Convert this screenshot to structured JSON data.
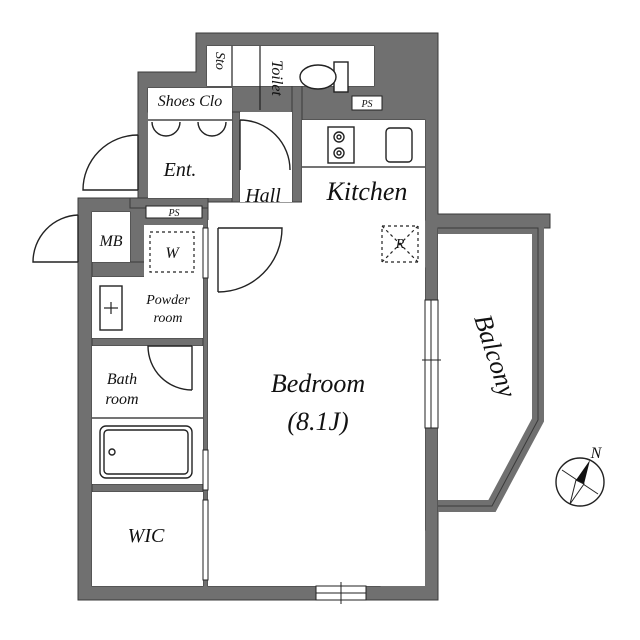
{
  "rooms": {
    "bedroom": "Bedroom",
    "bedroom_size": "(8.1J)",
    "kitchen": "Kitchen",
    "balcony": "Balcony",
    "hall": "Hall",
    "entrance": "Ent.",
    "toilet": "Toilet",
    "storage": "Sto",
    "shoes_closet": "Shoes Clo",
    "mb": "MB",
    "washer": "W",
    "powder_room_line1": "Powder",
    "powder_room_line2": "room",
    "bath_room_line1": "Bath",
    "bath_room_line2": "room",
    "wic": "WIC",
    "ps_top": "PS",
    "ps_hall": "PS",
    "refrigerator": "R"
  },
  "compass": {
    "north_label": "N"
  },
  "colors": {
    "wall": "#707070",
    "line": "#222222"
  }
}
